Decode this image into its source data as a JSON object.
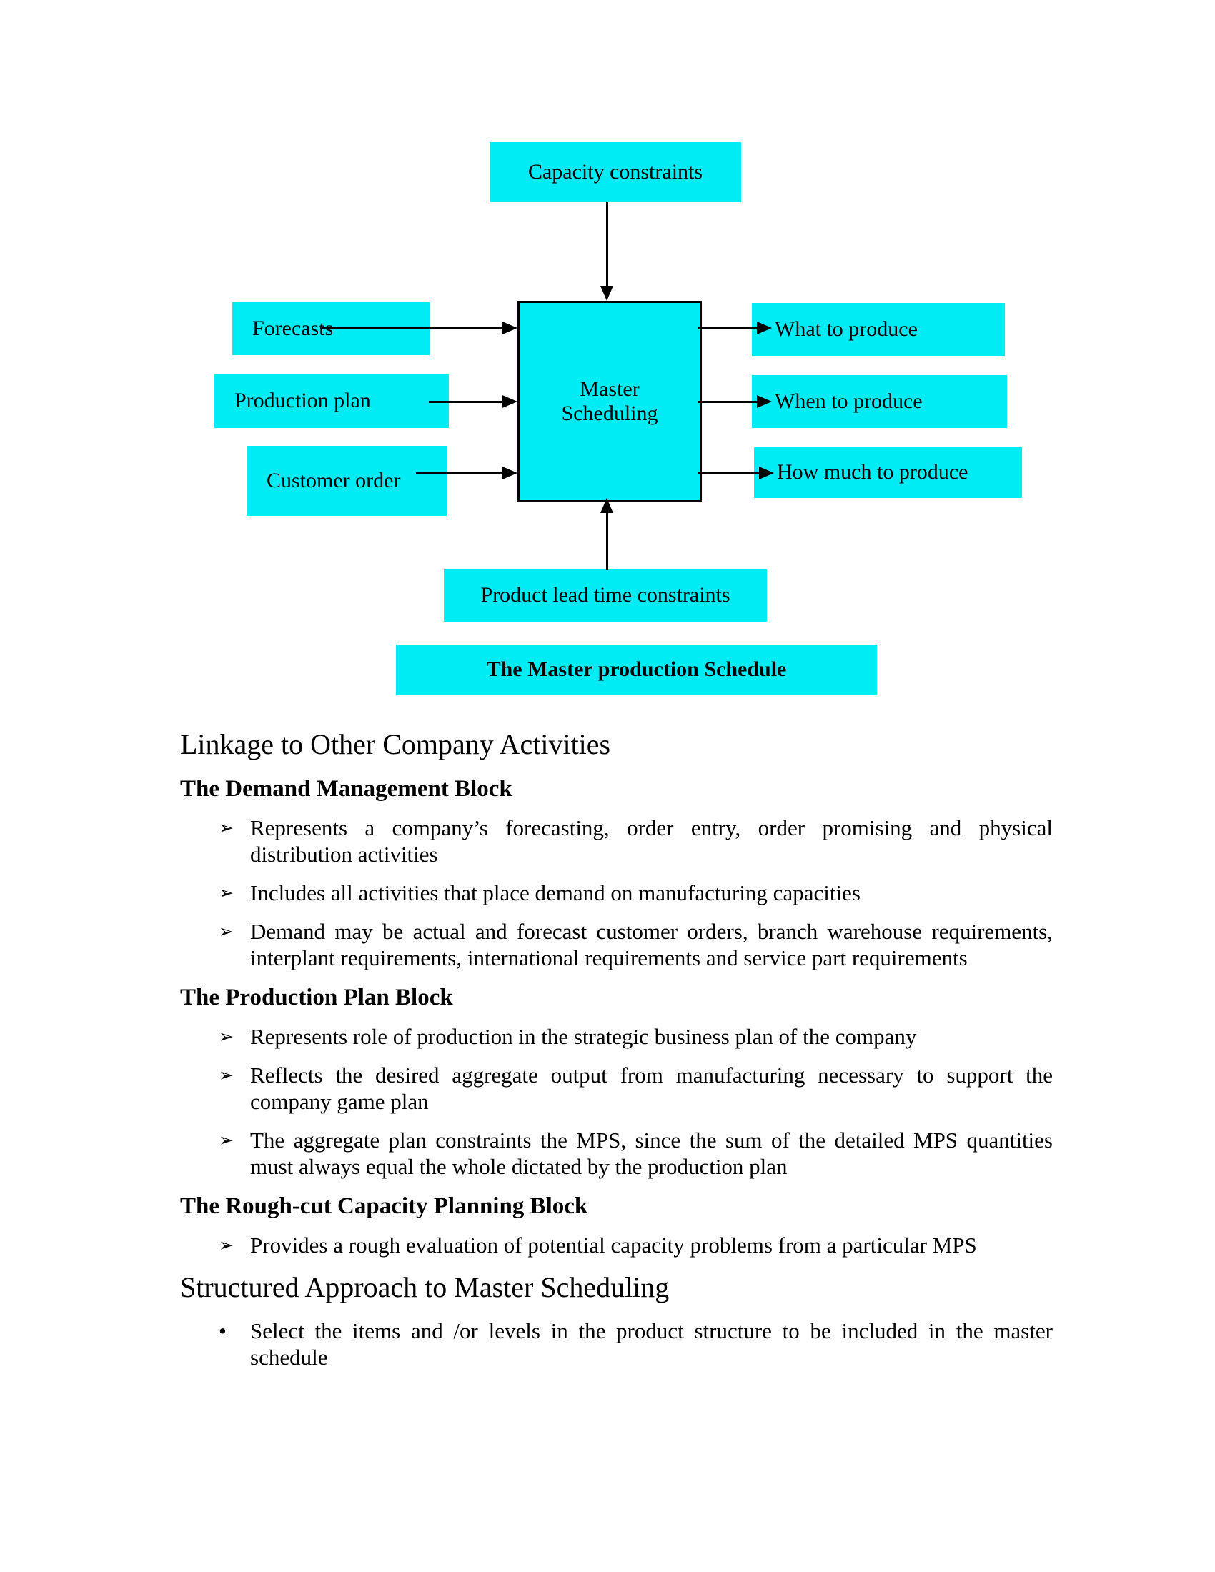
{
  "colors": {
    "box_cyan": "#00ecf4",
    "text": "#000000",
    "page_bg": "#ffffff"
  },
  "diagram": {
    "boxes": {
      "capacity": "Capacity constraints",
      "forecasts": "Forecasts",
      "production_plan": "Production plan",
      "customer_order": "Customer order",
      "master": "Master Scheduling",
      "what": "What to produce",
      "when": "When to produce",
      "how_much": "How much to produce",
      "lead_time": "Product lead time constraints",
      "caption": "The Master production Schedule"
    }
  },
  "content": {
    "heading_linkage": "Linkage to Other Company Activities",
    "markers": {
      "arrow": "➢",
      "dot": "•"
    },
    "sections": [
      {
        "title": "The Demand Management Block",
        "items": [
          "Represents a company’s forecasting, order entry, order promising and physical distribution activities",
          "Includes all activities that place demand on manufacturing capacities",
          "Demand may be actual and forecast customer orders, branch warehouse requirements, interplant requirements, international requirements and service part requirements"
        ]
      },
      {
        "title": "The Production Plan Block",
        "items": [
          "Represents role of production in the strategic business plan of the company",
          "Reflects the desired aggregate output from manufacturing necessary to support the company game plan",
          "The aggregate plan constraints the MPS, since the sum of the detailed MPS quantities must always equal the whole dictated by the production plan"
        ]
      },
      {
        "title": "The Rough-cut Capacity Planning Block",
        "items": [
          "Provides a rough evaluation of potential capacity problems from a particular MPS"
        ]
      }
    ],
    "heading_structured": "Structured Approach to Master Scheduling",
    "structured_items": [
      "Select the items and /or levels in the product structure to be included in the master schedule"
    ]
  }
}
